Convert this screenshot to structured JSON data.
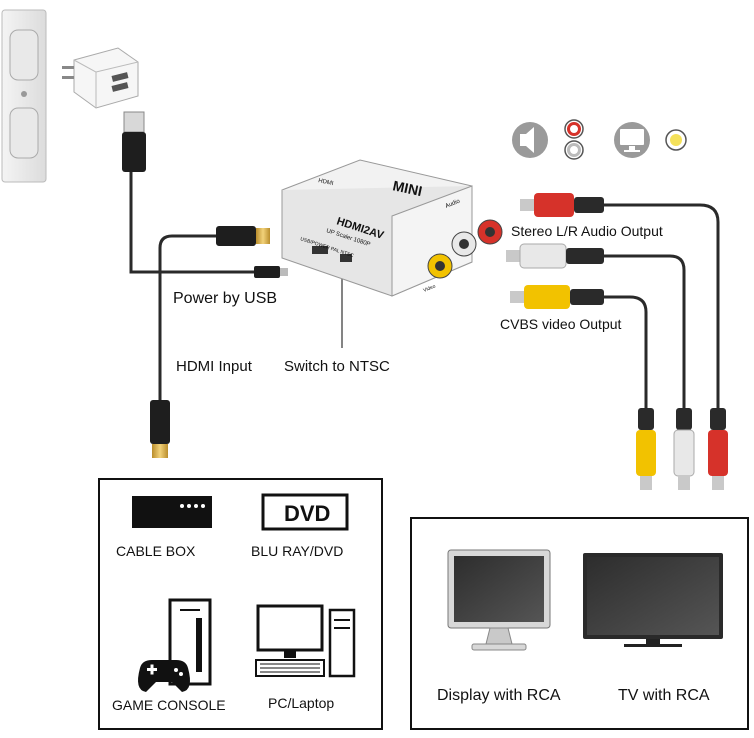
{
  "device": {
    "brand": "MINI",
    "model": "HDMI2AV",
    "subtitle": "UP Scaler 1080P",
    "side_left": "HDMI",
    "side_right": "Audio",
    "port_switch": "USB/POWER PAL NTSC",
    "port_video": "Video"
  },
  "labels": {
    "power": "Power by USB",
    "hdmi_input": "HDMI Input",
    "switch": "Switch to NTSC",
    "audio_out": "Stereo L/R Audio Output",
    "video_out": "CVBS video Output"
  },
  "sources": {
    "cable_box": "CABLE BOX",
    "dvd_logo": "DVD",
    "bluray": "BLU RAY/DVD",
    "console": "GAME CONSOLE",
    "pc": "PC/Laptop"
  },
  "outputs": {
    "display": "Display with RCA",
    "tv": "TV with RCA"
  },
  "icons": [
    "speaker-icon",
    "rca-audio-pair-icon",
    "monitor-icon",
    "rca-video-icon"
  ],
  "colors": {
    "red_plug": "#d6322a",
    "white_plug": "#e8e8e8",
    "yellow_plug": "#f2c200",
    "cable": "#2a2a2a"
  }
}
